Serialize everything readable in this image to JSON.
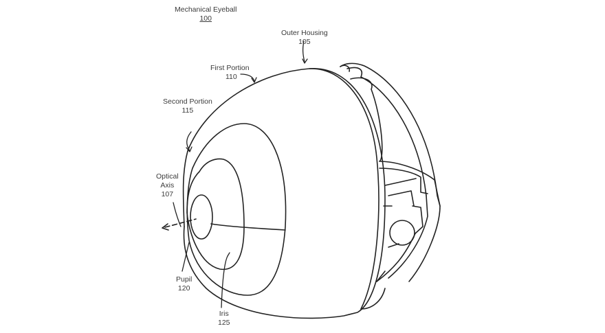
{
  "figure": {
    "title": "Mechanical Eyeball",
    "title_ref": "100",
    "labels": [
      {
        "id": "outer-housing",
        "name": "Outer Housing",
        "ref": "105"
      },
      {
        "id": "first-portion",
        "name": "First Portion",
        "ref": "110"
      },
      {
        "id": "second-portion",
        "name": "Second Portion",
        "ref": "115"
      },
      {
        "id": "optical-axis",
        "name_line1": "Optical",
        "name_line2": "Axis",
        "ref": "107"
      },
      {
        "id": "pupil",
        "name": "Pupil",
        "ref": "120"
      },
      {
        "id": "iris",
        "name": "Iris",
        "ref": "125"
      }
    ]
  }
}
